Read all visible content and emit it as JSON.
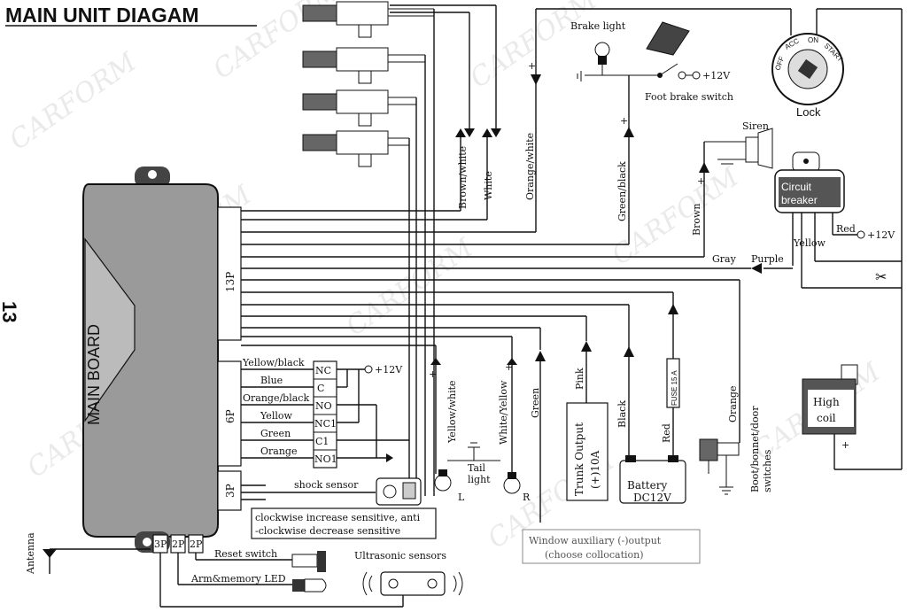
{
  "title": "MAIN UNIT DIAGAM",
  "page_number": "13",
  "main_board": "MAIN BOARD",
  "connectors": {
    "p13": "13P",
    "p6": "6P",
    "p3": "3P",
    "p3_bottom": "3P",
    "p2a": "2P",
    "p2b": "2P"
  },
  "relay_wires": [
    "Yellow/black",
    "Blue",
    "Orange/black",
    "Yellow",
    "Green",
    "Orange"
  ],
  "relay_pins": [
    "NC",
    "C",
    "NO",
    "NC1",
    "C1",
    "NO1"
  ],
  "plus12v_relay": "+12V",
  "wire_labels": {
    "brown_white": "Brown/white",
    "white": "White",
    "orange_white": "Orange/white",
    "green_black": "Green/black",
    "brown": "Brown",
    "gray": "Gray",
    "purple": "Purple",
    "yellow": "Yellow",
    "red": "Red",
    "plus12v_breaker": "+12V",
    "yellow_white": "Yellow/white",
    "white_yellow": "White/Yellow",
    "green": "Green",
    "pink": "Pink",
    "black": "Black",
    "red_battery": "Red",
    "orange": "Orange"
  },
  "brake_light": "Brake light",
  "foot_brake_switch": "Foot brake switch",
  "plus12v_brake": "+12V",
  "lock": "Lock",
  "lock_positions": [
    "OFF",
    "ACC",
    "ON",
    "START"
  ],
  "siren": "Siren",
  "circuit_breaker": [
    "Circuit",
    "breaker"
  ],
  "high_coil": [
    "High",
    "coil"
  ],
  "trunk_output": [
    "Trunk Output",
    "(+)10A"
  ],
  "battery": [
    "Battery",
    "DC12V"
  ],
  "fuse": "FUSE 15 A",
  "tail_light": [
    "Tail",
    "light"
  ],
  "tail_l": "L",
  "tail_r": "R",
  "boot_switches": [
    "Boot/bonnet/door",
    "switches"
  ],
  "shock_sensor": "shock sensor",
  "sensitivity_note": [
    "clockwise increase sensitive, anti",
    "-clockwise decrease sensitive"
  ],
  "window_output": [
    "Window auxiliary (-)output",
    "(choose collocation)"
  ],
  "reset_switch": "Reset switch",
  "arm_memory_led": "Arm&memory LED",
  "ultrasonic_sensors": "Ultrasonic sensors",
  "antenna": "Antenna",
  "watermark": "CARFORM",
  "colors": {
    "board_fill": "#9a9a9a",
    "ink": "#111111",
    "watermark": "#d9d9d9"
  }
}
